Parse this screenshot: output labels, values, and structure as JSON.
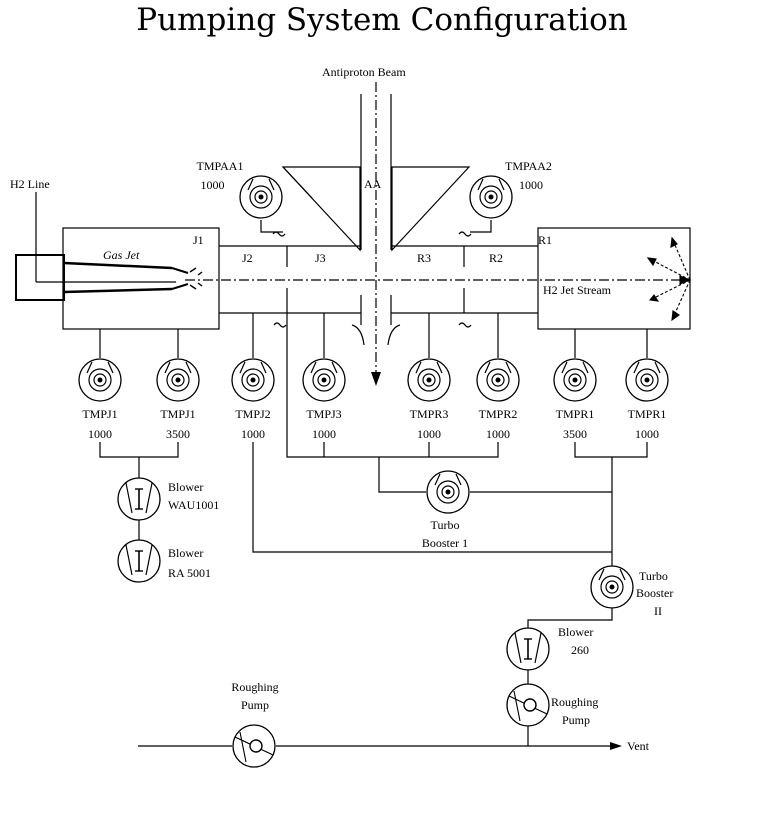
{
  "title": "Pumping System Configuration",
  "beam": "Antiproton Beam",
  "aa": "AA",
  "h2_line": "H2 Line",
  "gas_jet": "Gas Jet",
  "jet_stream": "H2 Jet Stream",
  "vent": "Vent",
  "sections": {
    "j1": "J1",
    "j2": "J2",
    "j3": "J3",
    "r3": "R3",
    "r2": "R2",
    "r1": "R1"
  },
  "pumps": {
    "tmpaa1": {
      "name": "TMPAA1",
      "size": "1000"
    },
    "tmpaa2": {
      "name": "TMPAA2",
      "size": "1000"
    },
    "tmpj1a": {
      "name": "TMPJ1",
      "size": "1000"
    },
    "tmpj1b": {
      "name": "TMPJ1",
      "size": "3500"
    },
    "tmpj2": {
      "name": "TMPJ2",
      "size": "1000"
    },
    "tmpj3": {
      "name": "TMPJ3",
      "size": "1000"
    },
    "tmpr3": {
      "name": "TMPR3",
      "size": "1000"
    },
    "tmpr2": {
      "name": "TMPR2",
      "size": "1000"
    },
    "tmpr1a": {
      "name": "TMPR1",
      "size": "3500"
    },
    "tmpr1b": {
      "name": "TMPR1",
      "size": "1000"
    }
  },
  "blower_wau": {
    "line1": "Blower",
    "line2": "WAU1001"
  },
  "blower_ra": {
    "line1": "Blower",
    "line2": "RA 5001"
  },
  "turbo1": {
    "line1": "Turbo",
    "line2": "Booster 1"
  },
  "turbo2": {
    "line1": "Turbo",
    "line2": "Booster",
    "line3": "II"
  },
  "blower_260": {
    "line1": "Blower",
    "line2": "260"
  },
  "roughing_left": {
    "line1": "Roughing",
    "line2": "Pump"
  },
  "roughing_right": {
    "line1": "Roughing",
    "line2": "Pump"
  }
}
